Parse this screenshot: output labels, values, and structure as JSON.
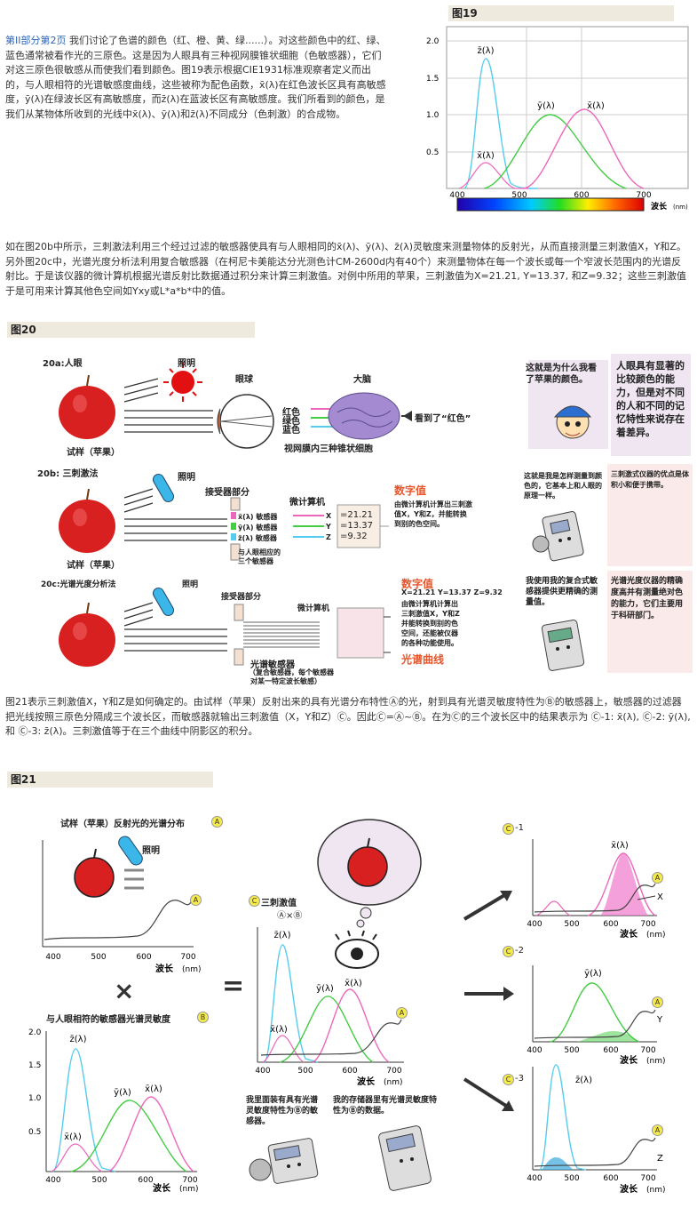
{
  "intro": {
    "link": "第II部分第2页",
    "text": " 我们讨论了色谱的颜色（红、橙、黄、绿......）。对这些颜色中的红、绿、蓝色通常被看作光的三原色。这是因为人眼具有三种视网膜锥状细胞（色敏感器），它们对这三原色很敏感从而使我们看到颜色。图19表示根据CIE1931标准观察者定义而出的，与人眼相符的光谱敏感度曲线，这些被称为配色函数，x̄(λ)在红色波长区具有高敏感度，ȳ(λ)在绿波长区有高敏感度，而z̄(λ)在蓝波长区有高敏感度。我们所看到的颜色，是我们从某物体所收到的光线中x̄(λ)、ȳ(λ)和z̄(λ)不同成分（色刺激）的合成物。"
  },
  "fig19": {
    "title": "图19",
    "xlabel": "波长",
    "xunit": "(nm)",
    "yticks": [
      "2.0",
      "1.5",
      "1.0",
      "0.5"
    ],
    "xticks": [
      "400",
      "500",
      "600",
      "700"
    ],
    "labels": {
      "z": "z̄(λ)",
      "y": "ȳ(λ)",
      "x": "x̄(λ)",
      "x2": "x̄(λ)"
    }
  },
  "para2": "如在图20b中所示，三刺激法利用三个经过过滤的敏感器使具有与人眼相同的x̄(λ)、ȳ(λ)、z̄(λ)灵敏度来测量物体的反射光，从而直接测量三刺激值X，Y和Z。另外图20c中，光谱光度分析法利用复合敏感器（在柯尼卡美能达分光测色计CM-2600d内有40个）来测量物体在每一个波长或每一个窄波长范围内的光谱反射比。于是该仪器的微计算机根据光谱反射比数据通过积分来计算三刺激值。对例中所用的苹果，三刺激值为X=21.21, Y=13.37, 和Z=9.32；这些三刺激值于是可用来计算其他色空间如Yxy或L*a*b*中的值。",
  "fig20": {
    "title": "图20",
    "a": {
      "title": "20a:人眼",
      "light": "照明",
      "sample": "试样（苹果）",
      "eye": "眼球",
      "brain": "大脑",
      "red": "红色",
      "green": "绿色",
      "blue": "蓝色",
      "cones": "视网膜内三种锥状细胞",
      "result": "看到了“红色”",
      "bubble": "这就是为什么我看了苹果的颜色。",
      "side": "人眼具有显著的比较颜色的能力，但是对不同的人和不同的记忆特性来说存在着差异。"
    },
    "b": {
      "title": "20b: 三刺激法",
      "light": "照明",
      "sample": "试样（苹果）",
      "receiver": "接受器部分",
      "computer": "微计算机",
      "s1": "x̄(λ) 敏感器",
      "s2": "ȳ(λ) 敏感器",
      "s3": "z̄(λ) 敏感器",
      "o1": "X",
      "o2": "Y",
      "o3": "Z",
      "v1": "=21.21",
      "v2": "=13.37",
      "v3": "=9.32",
      "note1": "与人眼相应的",
      "note2": "三个敏感器",
      "digital": "数字值",
      "digital_desc": "由微计算机计算出三刺激值X，Y和Z，并能转换到别的色空间。",
      "bubble": "这就是我是怎样测量到颜色的，它基本上和人眼的原理一样。",
      "side": "三刺激式仪器的优点是体积小和便于携带。"
    },
    "c": {
      "title": "20c:光谱光度分析法",
      "light": "照明",
      "receiver": "接受器部分",
      "computer": "微计算机",
      "sensor": "光谱敏感器",
      "sensor_note1": "（复合敏感器，每个敏感器",
      "sensor_note2": "对某一特定波长敏感）",
      "digital": "数字值",
      "values": "X=21.21  Y=13.37  Z=9.32",
      "digital_desc": "由微计算机计算出三刺激值X，Y和Z并能转换到别的色空间，还能被仪器的各种功能使用。",
      "curve": "光谱曲线",
      "bubble": "我使用我的复合式敏感器提供更精确的测量值。",
      "side": "光谱光度仪器的精确度高并有测量绝对色的能力，它们主要用于科研部门。"
    }
  },
  "para3": "图21表示三刺激值X，Y和Z是如何确定的。由试样（苹果）反射出来的具有光谱分布特性Ⓐ的光，射到具有光谱灵敏度特性为Ⓑ的敏感器上，敏感器的过滤器把光线按照三原色分隔成三个波长区，而敏感器就输出三刺激值（X，Y和Z）Ⓒ。因此Ⓒ=Ⓐ~Ⓑ。在为Ⓒ的三个波长区中的结果表示为 Ⓒ-1: x̄(λ), Ⓒ-2: ȳ(λ), 和 Ⓒ-3: z̄(λ)。三刺激值等于在三个曲线中阴影区的积分。",
  "fig21": {
    "title": "图21",
    "spec_title": "试样（苹果）反射光的光谱分布",
    "light": "照明",
    "xlabel": "波长",
    "xunit": "(nm)",
    "xticks": [
      "400",
      "500",
      "600",
      "700"
    ],
    "yticks": [
      "2.0",
      "1.5",
      "1.0",
      "0.5"
    ],
    "sens_title": "与人眼相符的敏感器光谱灵敏度",
    "tri_title": "三刺激值",
    "axb": "Ⓐ×Ⓑ",
    "A": "A",
    "B": "B",
    "C": "C",
    "c1": "-1",
    "c2": "-2",
    "c3": "-3",
    "X": "X",
    "Y": "Y",
    "Z": "Z",
    "xbar": "x̄(λ)",
    "ybar": "ȳ(λ)",
    "zbar": "z̄(λ)",
    "times": "×",
    "equals": "=",
    "bubble1": "我里面装有具有光谱灵敏度特性为Ⓑ的敏感器。",
    "bubble2": "我的存储器里有光谱灵敏度特性为Ⓑ的数据。"
  },
  "colors": {
    "x": "#ee66bb",
    "y": "#44cc44",
    "z": "#55ccee",
    "spec": "#444444",
    "accent_red": "#e8552a"
  }
}
